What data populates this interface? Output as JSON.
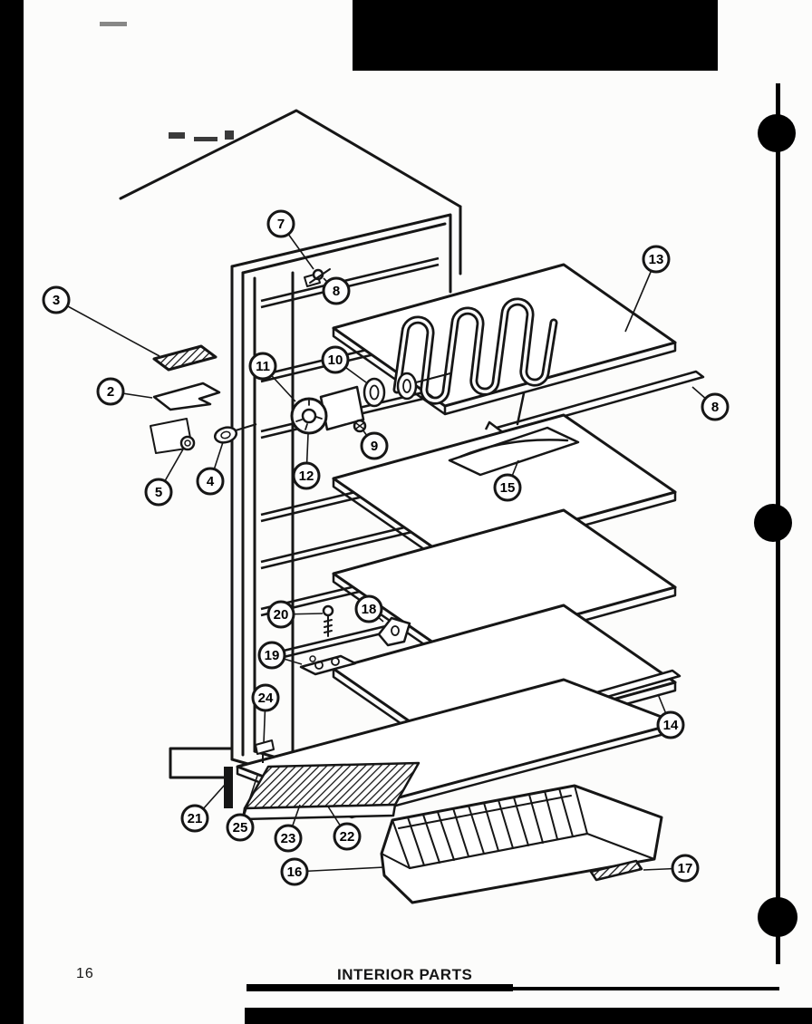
{
  "page": {
    "number": "16",
    "caption": "INTERIOR PARTS"
  },
  "colors": {
    "ink": "#161616",
    "paper": "#fcfcfb"
  },
  "callouts": [
    {
      "label": "7"
    },
    {
      "label": "8"
    },
    {
      "label": "13"
    },
    {
      "label": "3"
    },
    {
      "label": "11"
    },
    {
      "label": "10"
    },
    {
      "label": "2"
    },
    {
      "label": "8"
    },
    {
      "label": "9"
    },
    {
      "label": "12"
    },
    {
      "label": "5"
    },
    {
      "label": "4"
    },
    {
      "label": "15"
    },
    {
      "label": "20"
    },
    {
      "label": "18"
    },
    {
      "label": "19"
    },
    {
      "label": "24"
    },
    {
      "label": "14"
    },
    {
      "label": "21"
    },
    {
      "label": "25"
    },
    {
      "label": "23"
    },
    {
      "label": "22"
    },
    {
      "label": "16"
    },
    {
      "label": "17"
    }
  ]
}
